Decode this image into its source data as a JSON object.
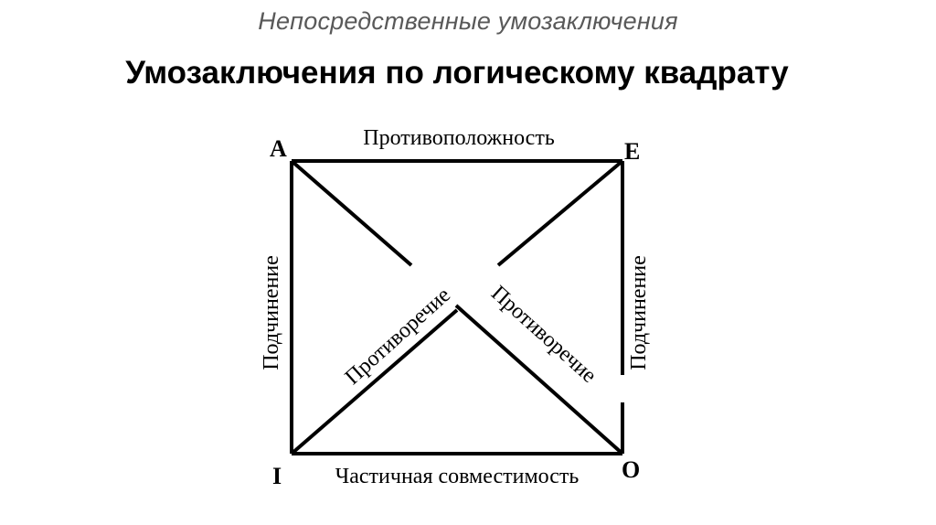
{
  "header": {
    "subtitle": "Непосредственные умозаключения",
    "title": "Умозаключения по логическому квадрату"
  },
  "diagram": {
    "corners": {
      "top_left": "A",
      "top_right": "E",
      "bottom_left": "I",
      "bottom_right": "O"
    },
    "relations": {
      "top": "Противоположность",
      "bottom": "Частичная совместимость",
      "left": "Подчинение",
      "right": "Подчинение",
      "diagonal_i_e": "Противоречие",
      "diagonal_a_o": "Противоречие"
    }
  }
}
